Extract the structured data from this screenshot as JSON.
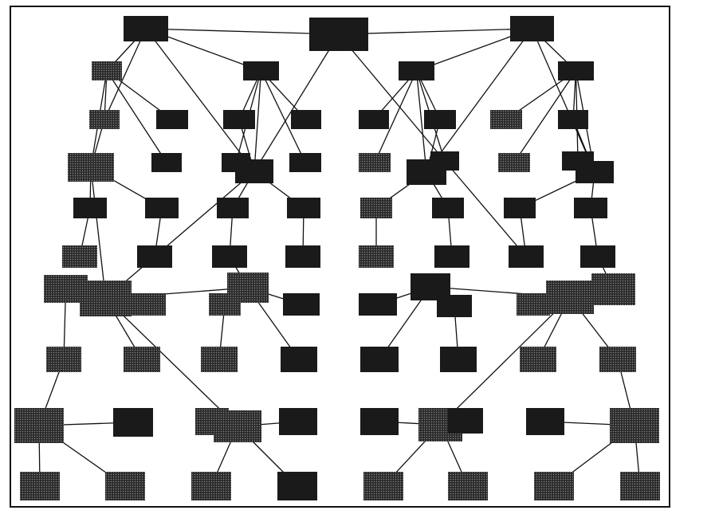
{
  "colors": {
    "background": "#ffffff",
    "frame": "#111111",
    "edge": "#111111",
    "node_fill": "#1a1a1a",
    "node_halftone": "#5a5a5a"
  },
  "diagram": {
    "type": "hierarchical-network",
    "node_shape": "filled-rectangle",
    "node_count": 86,
    "labels_shown": false
  }
}
